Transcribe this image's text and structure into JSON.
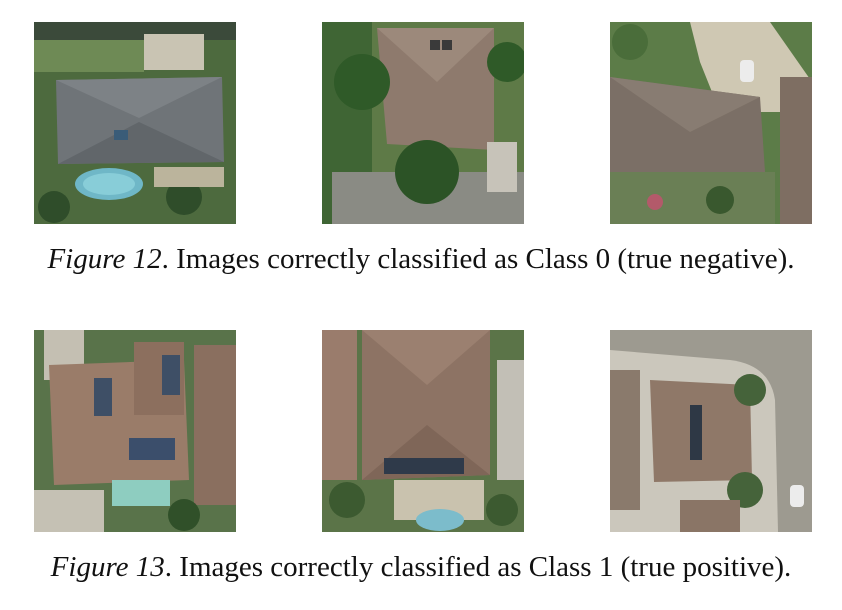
{
  "figures": [
    {
      "label": "Figure 12",
      "text": ". Images correctly classified as Class 0 (true negative).",
      "images": [
        {
          "subject": "aerial view of house with grey roof and swimming pool, no solar panels"
        },
        {
          "subject": "aerial view of house with brown roof surrounded by trees, no solar panels"
        },
        {
          "subject": "aerial view of houses with grey roofs and driveway, no solar panels"
        }
      ]
    },
    {
      "label": "Figure 13",
      "text": ". Images correctly classified as Class 1 (true positive).",
      "images": [
        {
          "subject": "aerial view of house with roof-mounted solar panels and pool"
        },
        {
          "subject": "aerial view of house with solar panel strip and pool"
        },
        {
          "subject": "aerial view of corner-lot house with dark solar panel strip on roof"
        }
      ]
    }
  ]
}
